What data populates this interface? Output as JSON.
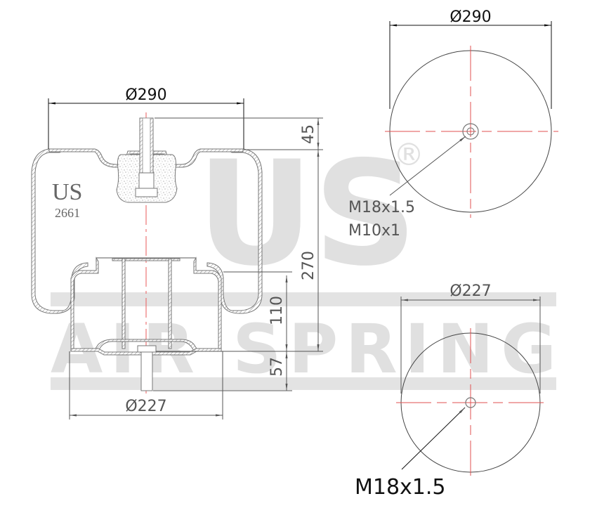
{
  "watermark": {
    "brand_large": "US",
    "registered_mark": "®",
    "brand_banner": "AIR SPRING",
    "colors": {
      "watermark": "#e0e0e0"
    }
  },
  "side_view": {
    "logo": {
      "brand": "US",
      "part_number": "2661"
    },
    "dimensions": {
      "top_diameter": "Ø290",
      "bottom_diameter": "Ø227",
      "stud_height_top": "45",
      "overall_height": "270",
      "piston_height": "110",
      "bottom_stud_length": "57"
    }
  },
  "top_view": {
    "diameter": "Ø290",
    "thread_callout_1": "M18x1.5",
    "thread_callout_2": "M10x1"
  },
  "bottom_view": {
    "diameter": "Ø227",
    "thread_callout": "M18x1.5"
  },
  "colors": {
    "outline": "#777777",
    "dimension": "#555555",
    "centerline": "#e85a5a",
    "background": "#ffffff"
  }
}
